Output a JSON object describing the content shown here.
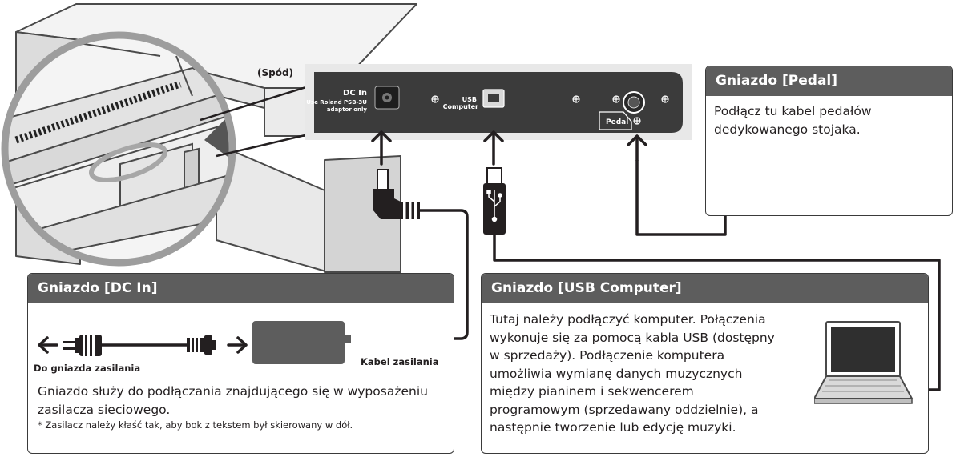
{
  "bottom_label": "(Spód)",
  "panel": {
    "dc_in_label": "DC In",
    "dc_in_sub1": "Use Roland PSB-3U",
    "dc_in_sub2": "adaptor only",
    "usb_label1": "USB",
    "usb_label2": "Computer",
    "pedal_label": "Pedal"
  },
  "pedal_box": {
    "title": "Gniazdo [Pedal]",
    "text": "Podłącz tu kabel pedałów dedykowanego stojaka."
  },
  "dc_box": {
    "title": "Gniazdo [DC In]",
    "outlet_label": "Do gniazda zasilania",
    "cable_label": "Kabel zasilania",
    "text": "Gniazdo służy do podłączania znajdującego się w wyposażeniu zasilacza sieciowego.",
    "note": "*   Zasilacz należy kłaść tak, aby bok z tekstem był skierowany w dół."
  },
  "usb_box": {
    "title": "Gniazdo [USB Computer]",
    "text": "Tutaj należy podłączyć komputer. Połączenia wykonuje się za pomocą kabla USB (dostępny w sprzedaży). Podłączenie komputera umożliwia wymianę danych muzycznych między pianinem i sekwencerem programowym (sprzedawany oddzielnie), a następnie tworzenie lub edycję muzyki."
  },
  "colors": {
    "header_bg": "#5d5d5d",
    "panel_bg": "#3b3b3b",
    "line": "#231f20",
    "piano_fill": "#f3f3f3",
    "highlight": "#a7a7a7"
  },
  "icons": [
    "arrow-up-icon",
    "arrow-left-icon",
    "arrow-right-icon",
    "usb-icon",
    "laptop-icon",
    "ac-adapter-icon",
    "plug-icon"
  ]
}
